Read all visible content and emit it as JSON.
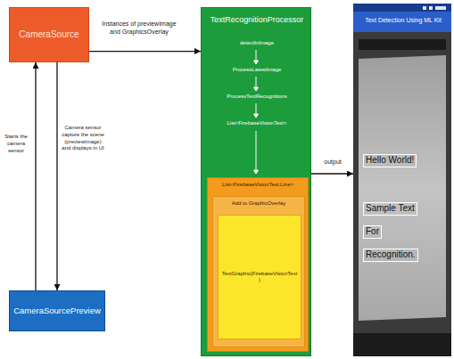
{
  "diagram": {
    "nodes": [
      {
        "text": [
          "CameraSource"
        ]
      },
      {
        "text": [
          "CameraSourcePreview"
        ]
      },
      {
        "text": [
          "TextRecognitionProcessor",
          "detectInImage",
          "ProcessLatestImage",
          "ProcessTextRecognitions",
          "List<FirebaseVisionText>"
        ]
      },
      {
        "text": [
          "List<FirebaseVisionText.Line>"
        ],
        "in": 2
      },
      {
        "text": [
          "Add to GraphicOverlay"
        ],
        "in": 3
      },
      {
        "text": [
          "TextGraphic(FirebaseVisionText)"
        ],
        "in": 4
      },
      {
        "text": [
          "Text Detection Using ML Kit",
          "Hello World!",
          "Sample Text",
          "For",
          "Recognition."
        ]
      }
    ],
    "edges": [
      {
        "from": 0,
        "to": 2,
        "arrow": "to",
        "label": "Instances of previewImage and GraphicsOverlay"
      },
      {
        "from": 1,
        "to": 0,
        "arrow": "to",
        "label": "Starts the camera sensor"
      },
      {
        "from": 0,
        "to": 1,
        "arrow": "to",
        "label": "Camera sensor capture the scene (previewImage) and displays in UI"
      },
      {
        "from": 2,
        "to": 6,
        "arrow": "to",
        "label": "output"
      }
    ]
  }
}
